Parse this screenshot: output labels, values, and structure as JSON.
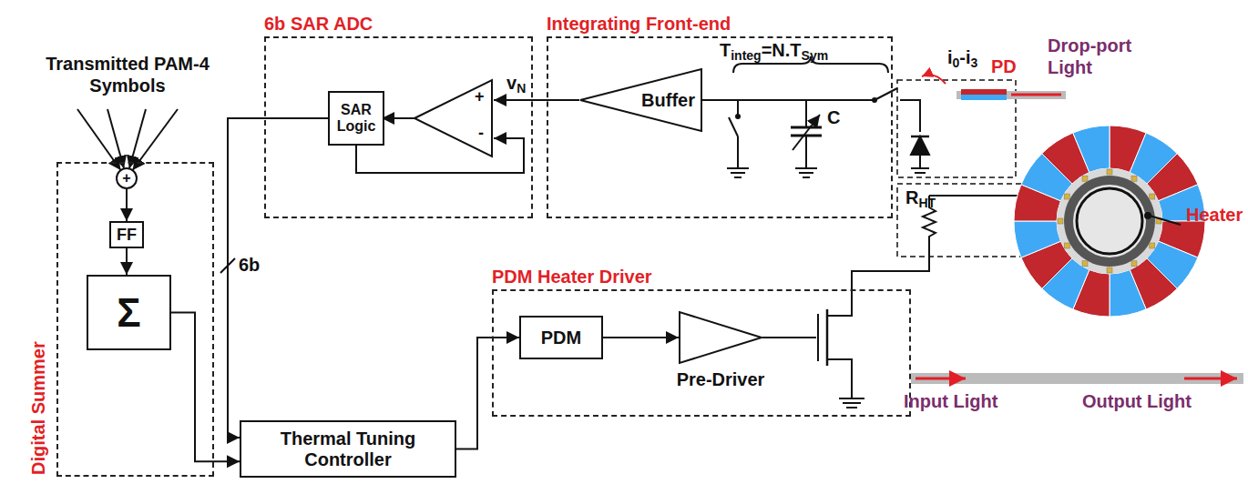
{
  "diagram": {
    "nodes": [
      {
        "text": [
          "Digital Summer"
        ]
      },
      {
        "text": [
          "+"
        ],
        "in": 0
      },
      {
        "text": [
          "FF"
        ],
        "in": 0
      },
      {
        "text": [
          "Σ"
        ],
        "in": 0
      },
      {
        "text": [
          "6b SAR ADC"
        ]
      },
      {
        "text": [
          "SAR Logic"
        ],
        "in": 4
      },
      {
        "text": [
          "Integrating Front-end"
        ]
      },
      {
        "text": [
          "Buffer"
        ],
        "in": 6
      },
      {
        "text": [
          "Thermal Tuning Controller"
        ]
      },
      {
        "text": [
          "PDM Heater Driver"
        ]
      },
      {
        "text": [
          "PDM"
        ],
        "in": 9
      },
      {
        "text": [
          "Pre-Driver"
        ],
        "in": 9
      }
    ],
    "edges": [
      {
        "from": 1,
        "to": 2,
        "arrow": "to"
      },
      {
        "from": 2,
        "to": 3,
        "arrow": "to"
      },
      {
        "from": 3,
        "to": 8,
        "arrow": "to"
      },
      {
        "from": 5,
        "to": 8,
        "label": "6b",
        "arrow": "to"
      },
      {
        "from": 8,
        "to": 10,
        "arrow": "to"
      },
      {
        "from": 10,
        "to": 11,
        "arrow": "to"
      }
    ],
    "labels": [
      "Transmitted PAM-4 Symbols",
      "v",
      "N",
      "T",
      "integ",
      "=N.T",
      "Sym",
      "C",
      "+",
      "-",
      "i",
      "0",
      "-i",
      "3",
      "PD",
      "Drop-port Light",
      "R",
      "HT",
      "Heater",
      "Input Light",
      "Output Light"
    ]
  }
}
